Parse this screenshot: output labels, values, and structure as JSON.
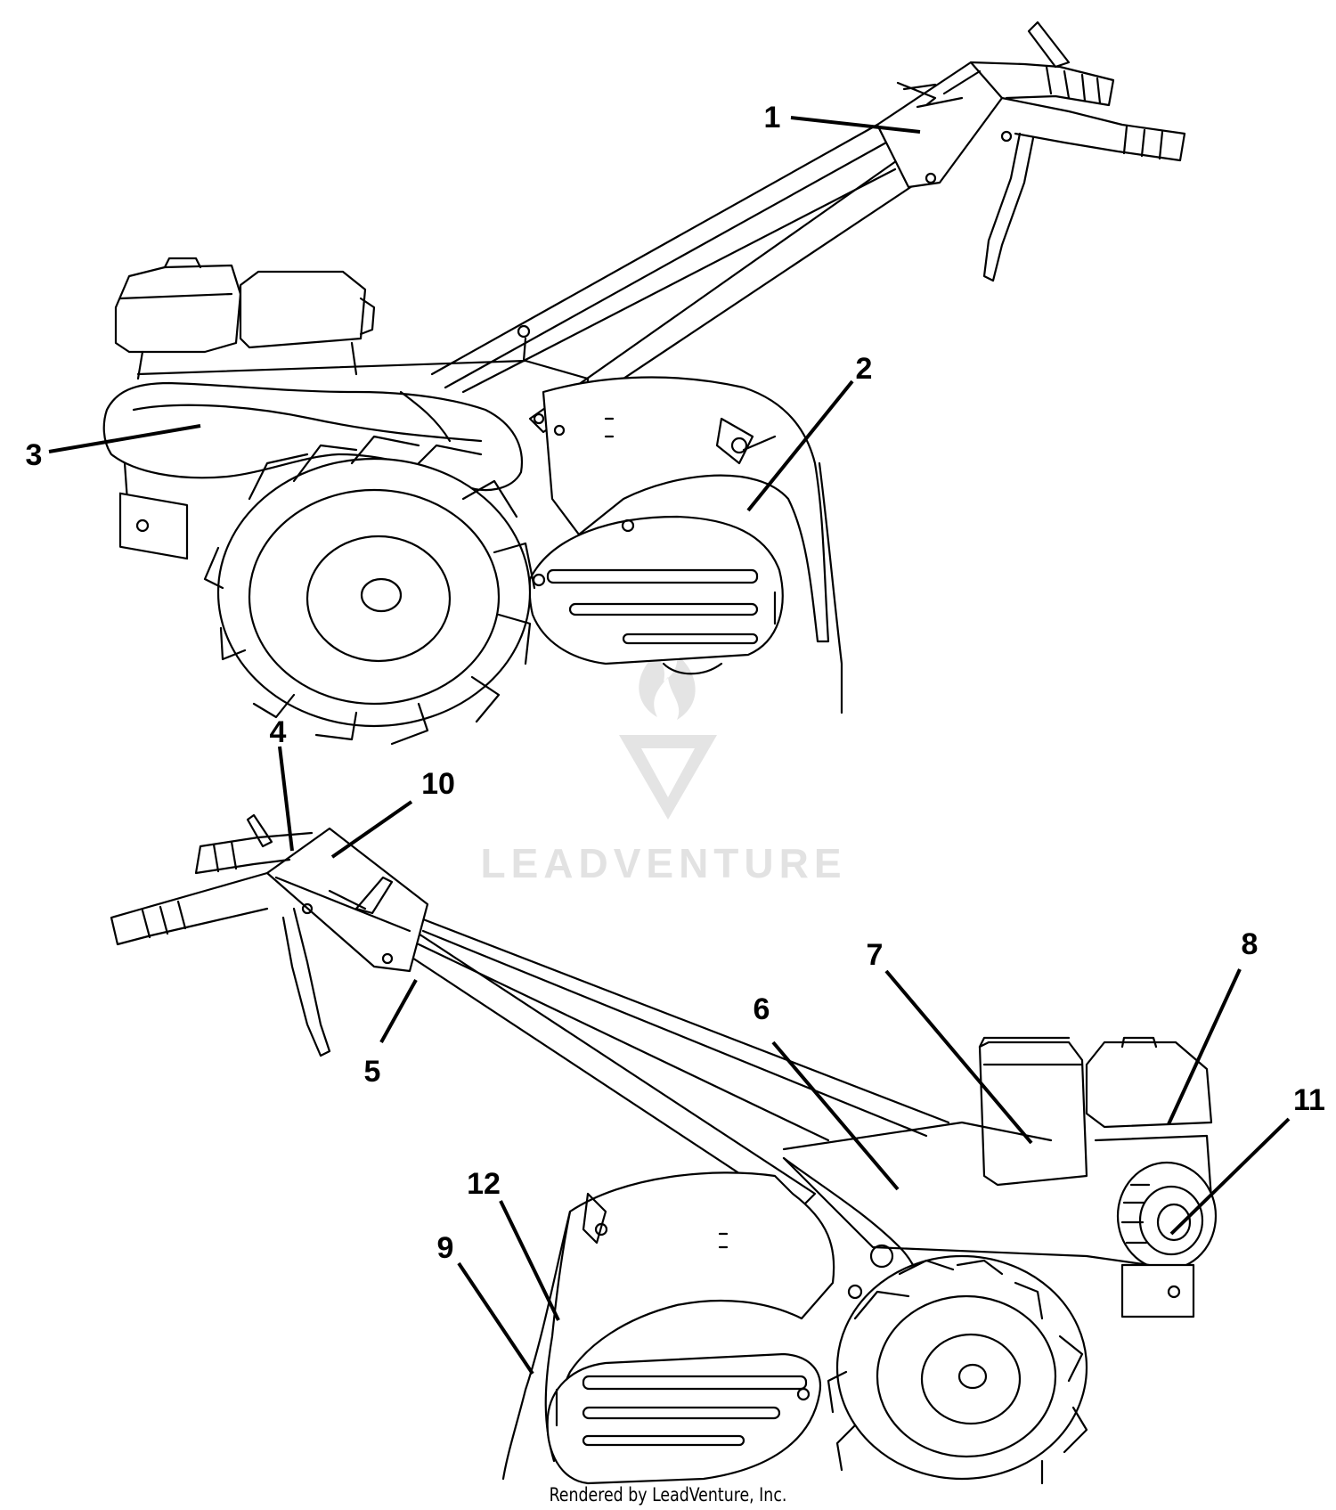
{
  "diagram": {
    "callouts": [
      {
        "id": "1",
        "label": "1"
      },
      {
        "id": "2",
        "label": "2"
      },
      {
        "id": "3",
        "label": "3"
      },
      {
        "id": "4",
        "label": "4"
      },
      {
        "id": "5",
        "label": "5"
      },
      {
        "id": "6",
        "label": "6"
      },
      {
        "id": "7",
        "label": "7"
      },
      {
        "id": "8",
        "label": "8"
      },
      {
        "id": "9",
        "label": "9"
      },
      {
        "id": "10",
        "label": "10"
      },
      {
        "id": "11",
        "label": "11"
      },
      {
        "id": "12",
        "label": "12"
      }
    ]
  },
  "watermark": {
    "text": "LEADVENTURE"
  },
  "footer": {
    "text": "Rendered by LeadVenture, Inc."
  }
}
